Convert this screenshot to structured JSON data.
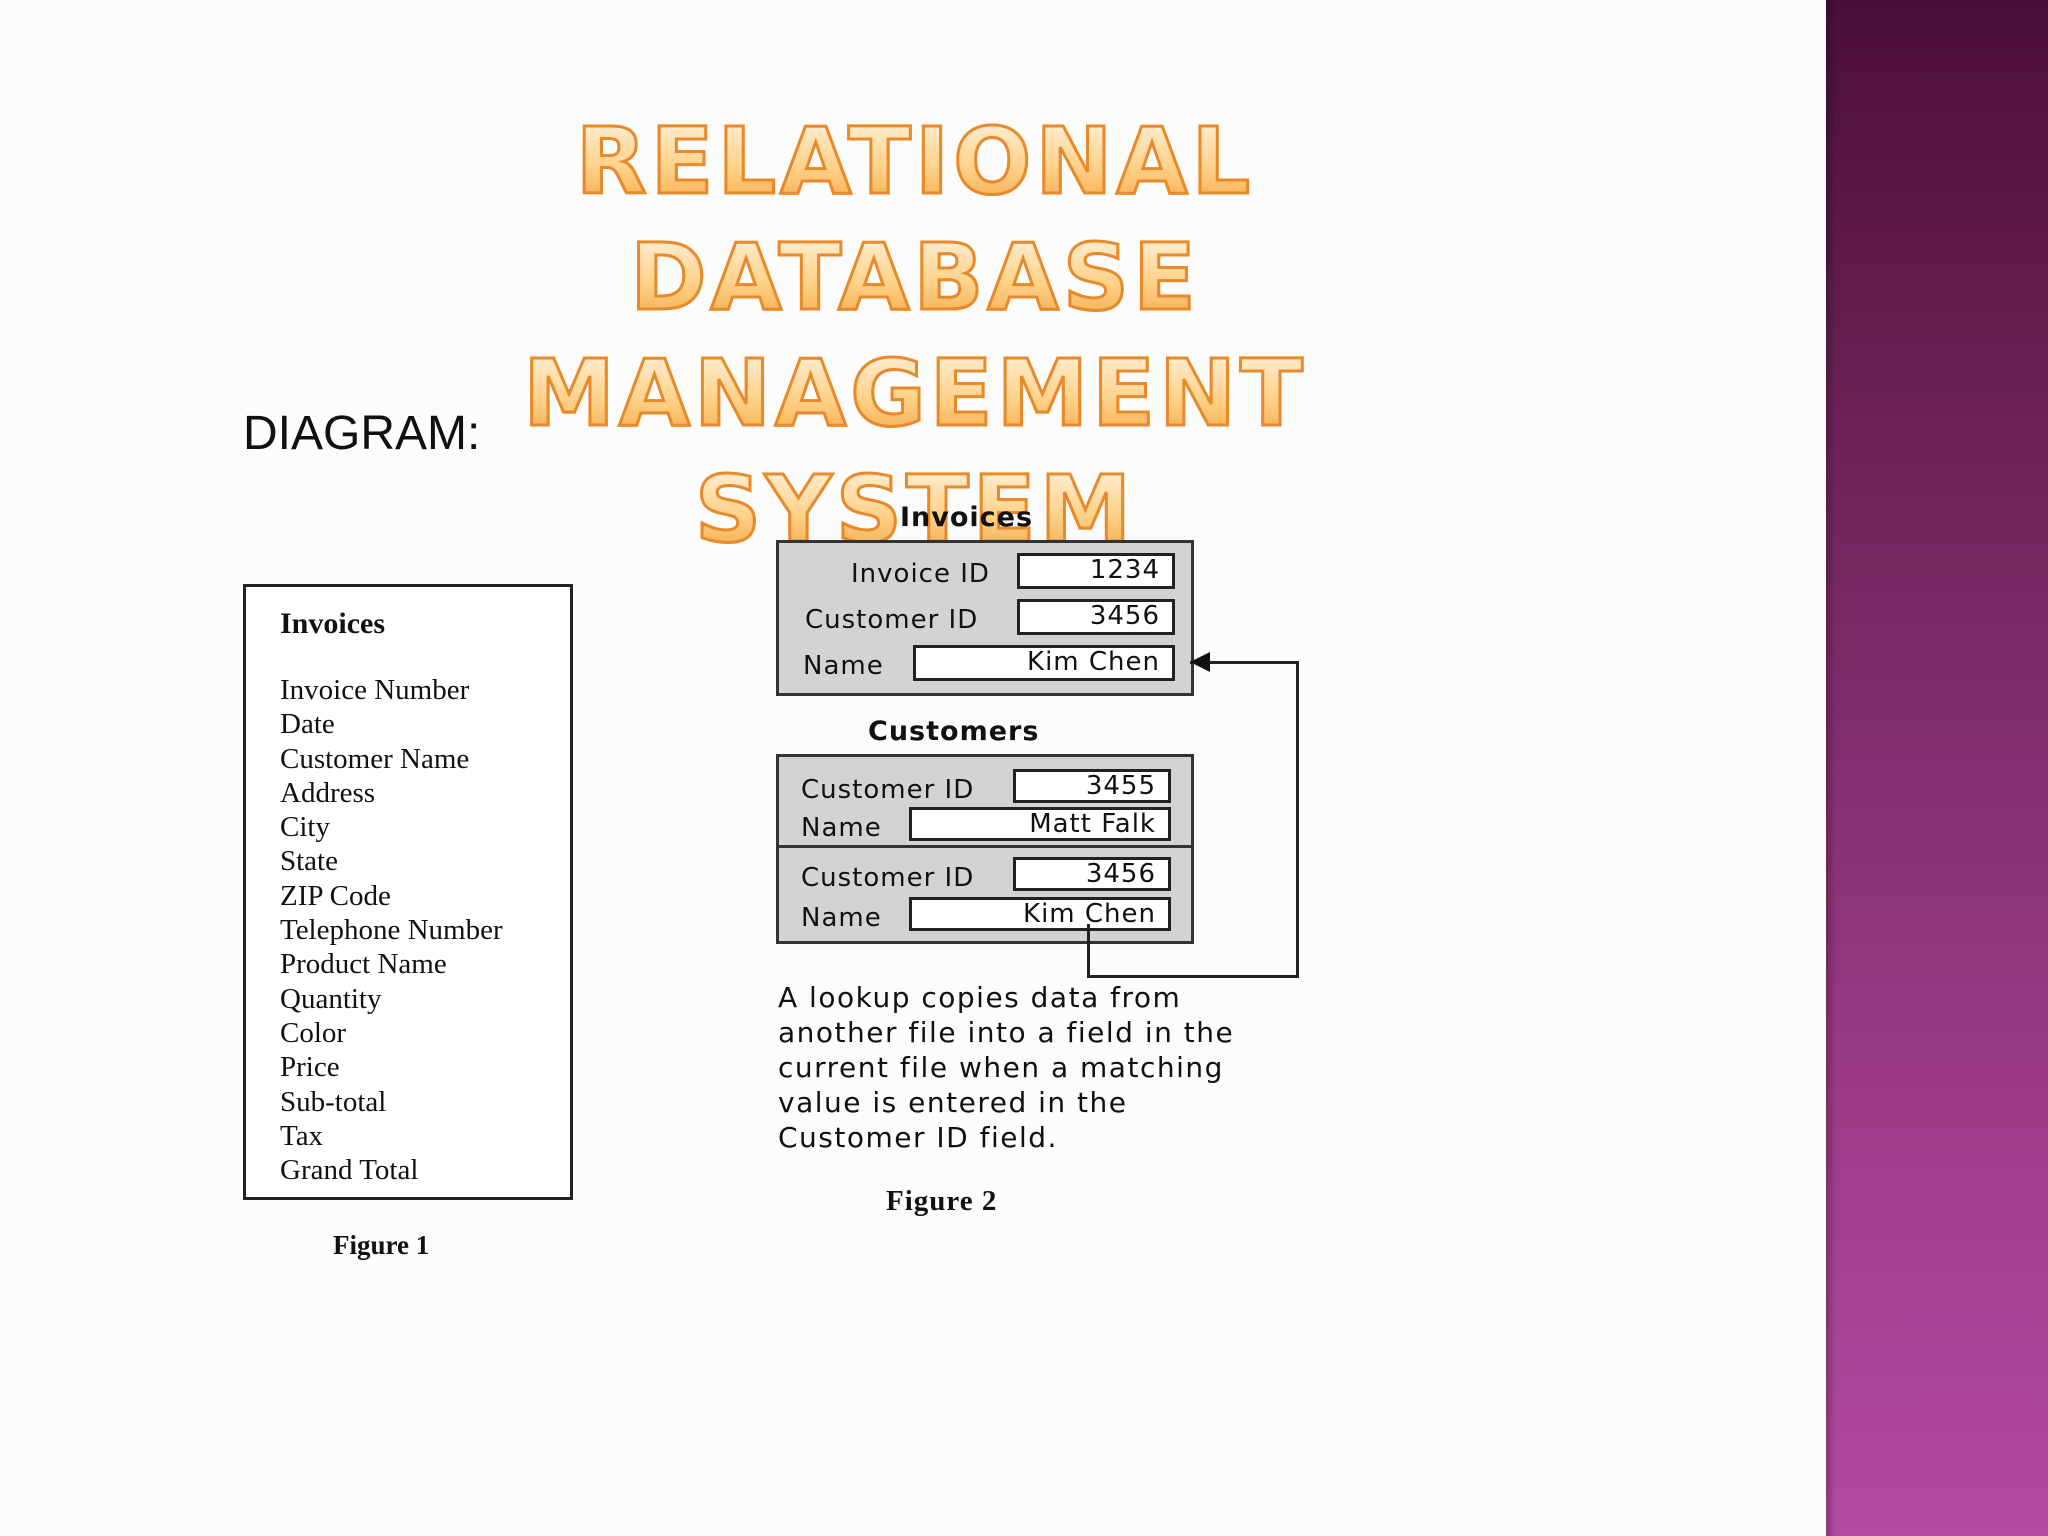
{
  "slide": {
    "title_line1": "RELATIONAL DATABASE",
    "title_line2": "MANAGEMENT SYSTEM",
    "section_label": "DIAGRAM:"
  },
  "figure1": {
    "box_title": "Invoices",
    "fields": [
      "Invoice Number",
      "Date",
      "Customer Name",
      "Address",
      "City",
      "State",
      "ZIP Code",
      "Telephone Number",
      "Product Name",
      "Quantity",
      "Color",
      "Price",
      "Sub-total",
      "Tax",
      "Grand Total"
    ],
    "caption": "Figure 1"
  },
  "figure2": {
    "invoices": {
      "heading": "Invoices",
      "invoice_id_label": "Invoice ID",
      "invoice_id_value": "1234",
      "customer_id_label": "Customer ID",
      "customer_id_value": "3456",
      "name_label": "Name",
      "name_value": "Kim Chen"
    },
    "customers": {
      "heading": "Customers",
      "records": [
        {
          "customer_id_label": "Customer ID",
          "customer_id_value": "3455",
          "name_label": "Name",
          "name_value": "Matt Falk"
        },
        {
          "customer_id_label": "Customer ID",
          "customer_id_value": "3456",
          "name_label": "Name",
          "name_value": "Kim Chen"
        }
      ]
    },
    "description_lines": [
      "A lookup copies data from",
      "another file into a field in the",
      "current file when a matching",
      "value is entered in the",
      "Customer ID field."
    ],
    "caption": "Figure 2"
  },
  "colors": {
    "title_fill": "#ffd28a",
    "title_stroke": "#e8892a",
    "band_top": "#4a0e38",
    "band_bottom": "#b24ba3",
    "panel_gray": "#d3d3d3"
  }
}
